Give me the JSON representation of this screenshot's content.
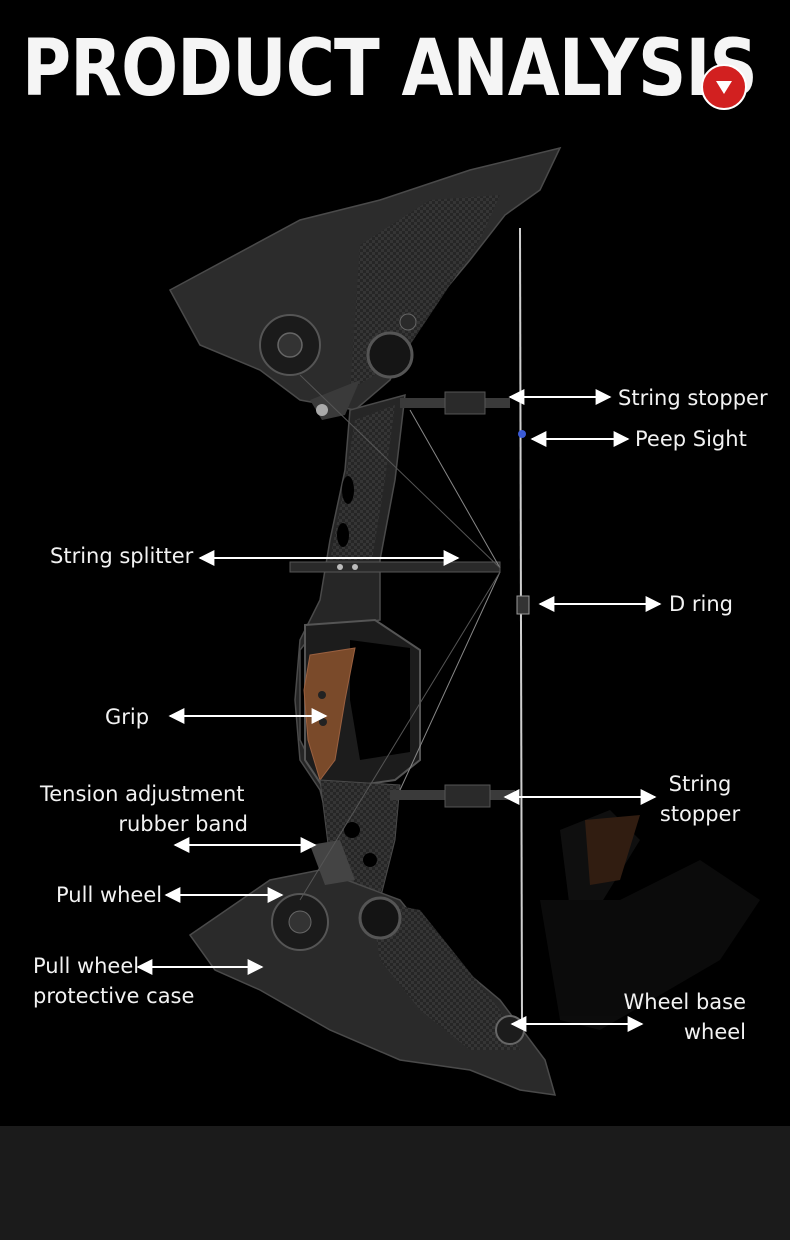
{
  "header": {
    "title": "PRODUCT ANALYSIS",
    "badge_icon": "chevron-down-icon",
    "badge_color": "#d22020"
  },
  "labels": {
    "string_stopper_top": "String stopper",
    "peep_sight": "Peep Sight",
    "string_splitter": "String splitter",
    "d_ring": "D ring",
    "grip": "Grip",
    "string_stopper_bottom_line1": "String",
    "string_stopper_bottom_line2": "stopper",
    "tension_line1": "Tension adjustment",
    "tension_line2": "rubber band",
    "pull_wheel": "Pull wheel",
    "pull_wheel_case_line1": "Pull wheel",
    "pull_wheel_case_line2": "protective case",
    "wheel_base_line1": "Wheel base",
    "wheel_base_line2": "wheel"
  },
  "colors": {
    "background": "#000000",
    "bottom_band": "#1b1b1b",
    "bow_body": "#2a2a2a",
    "grip_wood": "#7a4a2a",
    "arrow": "#ffffff"
  }
}
